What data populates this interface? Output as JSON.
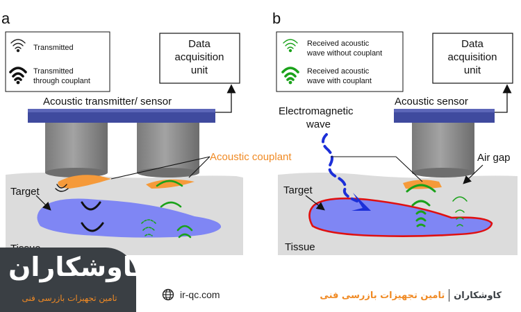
{
  "panel_a": {
    "label": "a",
    "legend": {
      "items": [
        {
          "text_lines": [
            "Transmitted"
          ],
          "icon": "wifi-thin-icon"
        },
        {
          "text_lines": [
            "Transmitted",
            "through couplant"
          ],
          "icon": "wifi-bold-icon"
        }
      ]
    },
    "daq_lines": [
      "Data",
      "acquisition",
      "unit"
    ],
    "transmitter_label": "Acoustic transmitter/ sensor",
    "couplant_label": "Acoustic couplant",
    "target_label": "Target",
    "tissue_label": "Tissue"
  },
  "panel_b": {
    "label": "b",
    "legend": {
      "items": [
        {
          "text_lines": [
            "Received acoustic",
            "wave without couplant"
          ],
          "icon": "wifi-thin-green-icon"
        },
        {
          "text_lines": [
            "Received acoustic",
            "wave with couplant"
          ],
          "icon": "wifi-bold-green-icon"
        }
      ]
    },
    "daq_lines": [
      "Data",
      "acquisition",
      "unit"
    ],
    "sensor_label": "Acoustic sensor",
    "em_label_lines": [
      "Electromagnetic",
      "wave"
    ],
    "air_gap_label": "Air gap",
    "target_label": "Target",
    "tissue_label": "Tissue"
  },
  "footer": {
    "brand_name": "کاوشکاران",
    "brand_tagline": "تامین تجهیزات بازرسی فنی",
    "website": "ir-qc.com",
    "right_name": "کاوشکاران",
    "right_tagline": "تامین تجهیزات بازرسی فنی"
  },
  "colors": {
    "sensor_bar": "#3f4a9e",
    "probe": "#8f8f8f",
    "couplant": "#f59a3a",
    "target_fill": "#7f86f4",
    "tissue": "#dcdcdc",
    "wave_green": "#1aa21a",
    "em_wave": "#1c2fd8",
    "target_outline_b": "#e01010",
    "brand_dark": "#3a3f44",
    "brand_orange": "#f08a24"
  }
}
